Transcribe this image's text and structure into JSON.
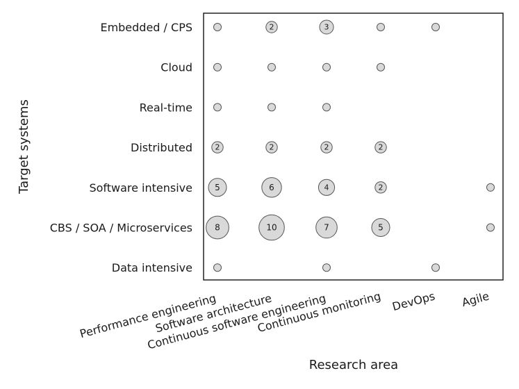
{
  "chart_data": {
    "type": "scatter",
    "subtype": "bubble",
    "title": "",
    "xlabel": "Research area",
    "ylabel": "Target systems",
    "x_categories": [
      "Performance engineering",
      "Software architecture",
      "Continuous software engineering",
      "Continuous monitoring",
      "DevOps",
      "Agile"
    ],
    "y_categories": [
      "Embedded / CPS",
      "Cloud",
      "Real-time",
      "Distributed",
      "Software intensive",
      "CBS / SOA / Microservices",
      "Data intensive"
    ],
    "points": [
      {
        "x": "Performance engineering",
        "y": "Embedded / CPS",
        "value": 1
      },
      {
        "x": "Software architecture",
        "y": "Embedded / CPS",
        "value": 2
      },
      {
        "x": "Continuous software engineering",
        "y": "Embedded / CPS",
        "value": 3
      },
      {
        "x": "Continuous monitoring",
        "y": "Embedded / CPS",
        "value": 1
      },
      {
        "x": "DevOps",
        "y": "Embedded / CPS",
        "value": 1
      },
      {
        "x": "Performance engineering",
        "y": "Cloud",
        "value": 1
      },
      {
        "x": "Software architecture",
        "y": "Cloud",
        "value": 1
      },
      {
        "x": "Continuous software engineering",
        "y": "Cloud",
        "value": 1
      },
      {
        "x": "Continuous monitoring",
        "y": "Cloud",
        "value": 1
      },
      {
        "x": "Performance engineering",
        "y": "Real-time",
        "value": 1
      },
      {
        "x": "Software architecture",
        "y": "Real-time",
        "value": 1
      },
      {
        "x": "Continuous software engineering",
        "y": "Real-time",
        "value": 1
      },
      {
        "x": "Performance engineering",
        "y": "Distributed",
        "value": 2
      },
      {
        "x": "Software architecture",
        "y": "Distributed",
        "value": 2
      },
      {
        "x": "Continuous software engineering",
        "y": "Distributed",
        "value": 2
      },
      {
        "x": "Continuous monitoring",
        "y": "Distributed",
        "value": 2
      },
      {
        "x": "Performance engineering",
        "y": "Software intensive",
        "value": 5
      },
      {
        "x": "Software architecture",
        "y": "Software intensive",
        "value": 6
      },
      {
        "x": "Continuous software engineering",
        "y": "Software intensive",
        "value": 4
      },
      {
        "x": "Continuous monitoring",
        "y": "Software intensive",
        "value": 2
      },
      {
        "x": "Agile",
        "y": "Software intensive",
        "value": 1
      },
      {
        "x": "Performance engineering",
        "y": "CBS / SOA / Microservices",
        "value": 8
      },
      {
        "x": "Software architecture",
        "y": "CBS / SOA / Microservices",
        "value": 10
      },
      {
        "x": "Continuous software engineering",
        "y": "CBS / SOA / Microservices",
        "value": 7
      },
      {
        "x": "Continuous monitoring",
        "y": "CBS / SOA / Microservices",
        "value": 5
      },
      {
        "x": "Agile",
        "y": "CBS / SOA / Microservices",
        "value": 1
      },
      {
        "x": "Performance engineering",
        "y": "Data intensive",
        "value": 1
      },
      {
        "x": "Continuous software engineering",
        "y": "Data intensive",
        "value": 1
      },
      {
        "x": "DevOps",
        "y": "Data intensive",
        "value": 1
      }
    ],
    "value_labels_shown_when_greater_than": 1,
    "grid": false,
    "legend": "none",
    "colors": {
      "bubble_fill": "#d9d9d9",
      "bubble_stroke": "#555555",
      "frame": "#222222"
    }
  }
}
